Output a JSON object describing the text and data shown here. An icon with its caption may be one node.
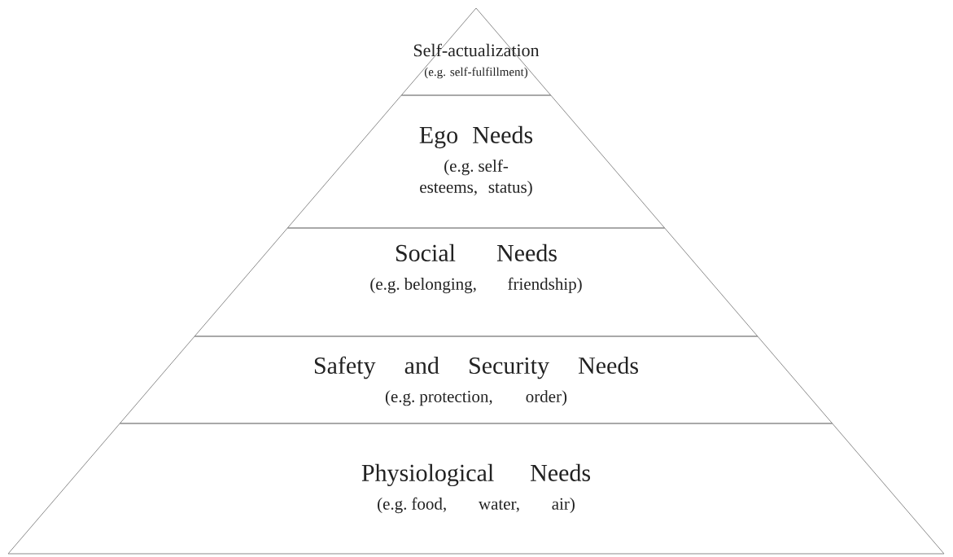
{
  "diagram": {
    "nodes": [
      {
        "text": [
          "Self-actualization",
          "(e.g. self-fulfillment)"
        ]
      },
      {
        "text": [
          "Ego Needs",
          "(e.g. self-esteems, status)"
        ]
      },
      {
        "text": [
          "Social Needs",
          "(e.g. belonging, friendship)"
        ]
      },
      {
        "text": [
          "Safety and Security Needs",
          "(e.g. protection, order)"
        ]
      },
      {
        "text": [
          "Physiological Needs",
          "(e.g. food, water, air)"
        ]
      }
    ]
  }
}
